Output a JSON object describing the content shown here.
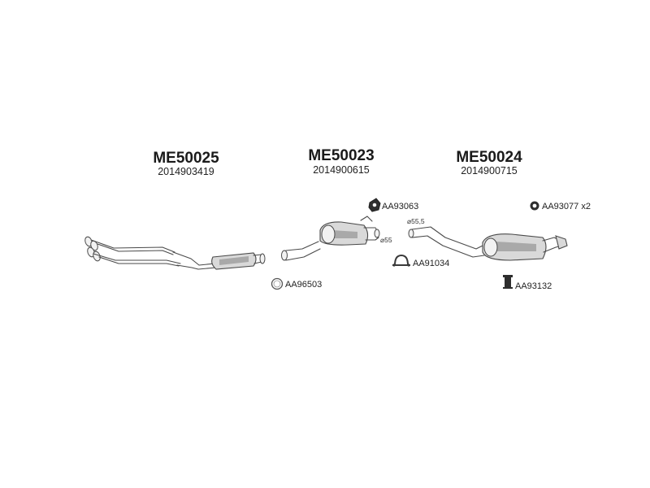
{
  "parts": [
    {
      "code": "ME50025",
      "oem": "2014903419"
    },
    {
      "code": "ME50023",
      "oem": "2014900615"
    },
    {
      "code": "ME50024",
      "oem": "2014900715"
    }
  ],
  "accessories": {
    "AA93063": {
      "label": "AA93063",
      "icon": "rubber-mount-icon"
    },
    "AA93077": {
      "label": "AA93077 x2",
      "icon": "rubber-ring-icon"
    },
    "AA91034": {
      "label": "AA91034",
      "icon": "pipe-clamp-icon"
    },
    "AA96503": {
      "label": "AA96503",
      "icon": "gasket-ring-icon"
    },
    "AA93132": {
      "label": "AA93132",
      "icon": "rubber-hanger-icon"
    }
  },
  "dimensions": {
    "middle_outlet": "⌀55",
    "rear_inlet": "⌀55,5"
  },
  "colors": {
    "line": "#4a4a4a",
    "fill": "#d9d9d9",
    "text": "#1a1a1a"
  }
}
